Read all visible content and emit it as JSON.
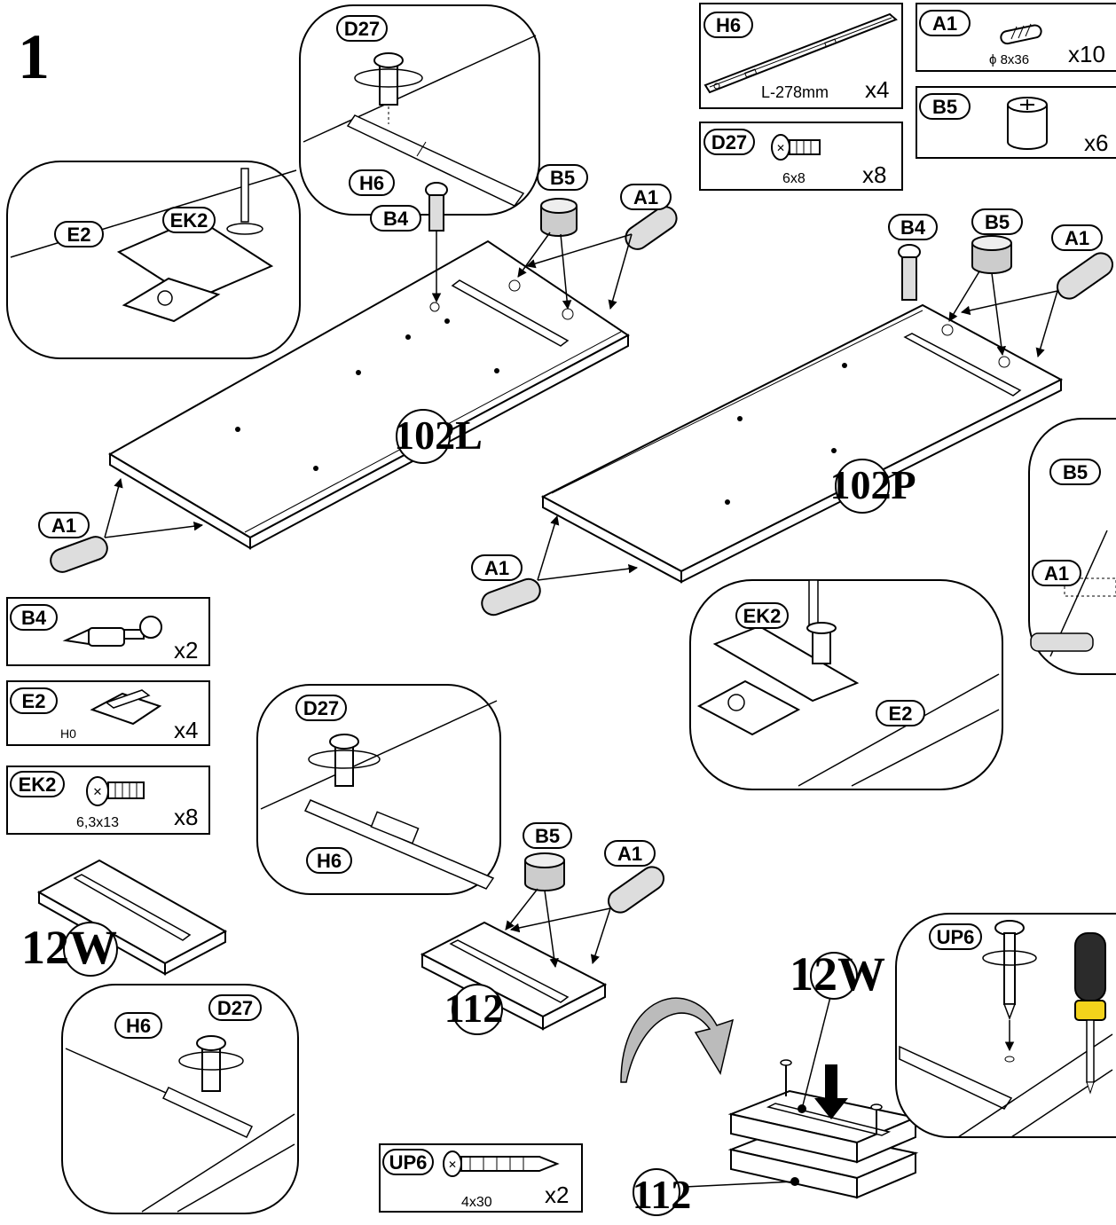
{
  "step_number": "1",
  "parts_legend": {
    "H6": {
      "code": "H6",
      "size": "L-278mm",
      "qty": "x4"
    },
    "A1": {
      "code": "A1",
      "size": "ϕ 8x36",
      "qty": "x10"
    },
    "D27": {
      "code": "D27",
      "size": "6x8",
      "qty": "x8"
    },
    "B5": {
      "code": "B5",
      "size": "",
      "qty": "x6"
    },
    "B4": {
      "code": "B4",
      "size": "",
      "qty": "x2"
    },
    "E2": {
      "code": "E2",
      "size": "H0",
      "qty": "x4"
    },
    "EK2": {
      "code": "EK2",
      "size": "6,3x13",
      "qty": "x8"
    },
    "UP6": {
      "code": "UP6",
      "size": "4x30",
      "qty": "x2"
    }
  },
  "panels": {
    "p102L": "102L",
    "p102P": "102P",
    "p12W_a": "12W",
    "p12W_b": "12W",
    "p112_a": "112",
    "p112_b": "112"
  },
  "callouts": {
    "D27_a": "D27",
    "H6_a": "H6",
    "B4_a": "B4",
    "B5_a": "B5",
    "A1_a": "A1",
    "EK2_a": "EK2",
    "E2_a": "E2",
    "A1_b": "A1",
    "B4_b": "B4",
    "B5_b": "B5",
    "A1_c": "A1",
    "A1_d": "A1",
    "B5_c": "B5",
    "A1_e": "A1",
    "EK2_b": "EK2",
    "E2_b": "E2",
    "D27_b": "D27",
    "H6_b": "H6",
    "B5_d": "B5",
    "A1_f": "A1",
    "H6_c": "H6",
    "D27_c": "D27",
    "UP6_a": "UP6"
  }
}
